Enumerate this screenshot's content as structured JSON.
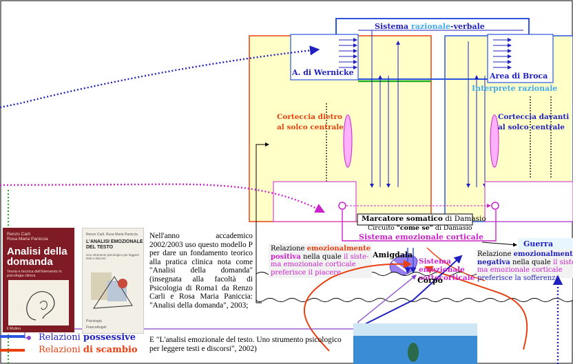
{
  "labels": {
    "system_1": "Sistema ",
    "system_2": "razionale",
    "system_3": "-verbale",
    "wernicke": "A. di Wernicke",
    "broca": "Area di Broca",
    "interpreter": "Interprete razionale",
    "cortex_behind_1": "Corteccia dietro",
    "cortex_behind_2": "al solco centrale",
    "cortex_front_1": "Corteccia davanti",
    "cortex_front_2": "al solco centrale",
    "somatic_1": "Marcatore somatico",
    "somatic_2": " di Damasio",
    "circuit_1": "Circuito ",
    "circuit_2": "\"come se\"",
    "circuit_3": " di Damasio",
    "cortical_system": "Sistema emozionale corticale",
    "war": "Guerra",
    "amygdala": "Amigdala",
    "subcortical_1": "Sistema",
    "subcortical_2": "emozionale",
    "subcortical_3": "sottocorticale",
    "body": "Corpo",
    "positive_1": "Relazione ",
    "positive_2": "emozionalmente",
    "positive_3": "positiva",
    "positive_4": " nella quale ",
    "positive_5": "il siste-",
    "positive_6": "ma emozionale corticale",
    "positive_7": "preferisce il piacere",
    "negative_1": "Relazione ",
    "negative_2": "emozionalmente",
    "negative_3": "negativa",
    "negative_4": " nella quale ",
    "negative_5": "il sistema",
    "negative_6": "ma emozionale corticale",
    "negative_7": "preferisce la sofferenza"
  },
  "legend": {
    "possessive_1": "Relazioni ",
    "possessive_2": "possessive",
    "exchange_1": "Relazioni ",
    "exchange_2": "di scambio"
  },
  "book1": {
    "author1": "Renzo Carli",
    "author2": "Rosa Maria Paniccia",
    "title1": "Analisi della",
    "title2": "domanda",
    "subtitle": "Teoria e tecnica dell'intervento in psicologia clinica",
    "publisher": "il Mulino"
  },
  "book2": {
    "authors": "Renzo Carli, Rosa Maria Paniccia",
    "title1": "L'ANALISI EMOZIONALE",
    "title2": "DEL TESTO",
    "subtitle": "Uno strumento psicologico per leggere testi e discorsi",
    "series": "Psicologia",
    "publisher": "FrancoAngeli"
  },
  "text": {
    "paragraph": "Nell'anno accademico 2002/2003 uso questo modello P per dare un fondamento teorico alla pratica clinica nota come \"Analisi della domanda\" (insegnata alla facoltà di Psicologia di Roma1 da Renzo Carli e Rosa Maria Paniccia: \"Analisi della domanda\", 2003;",
    "paragraph2": "E \"L'analisi emozionale del testo. Uno strumento psicologico per leggere testi e discorsi\", 2002)"
  }
}
